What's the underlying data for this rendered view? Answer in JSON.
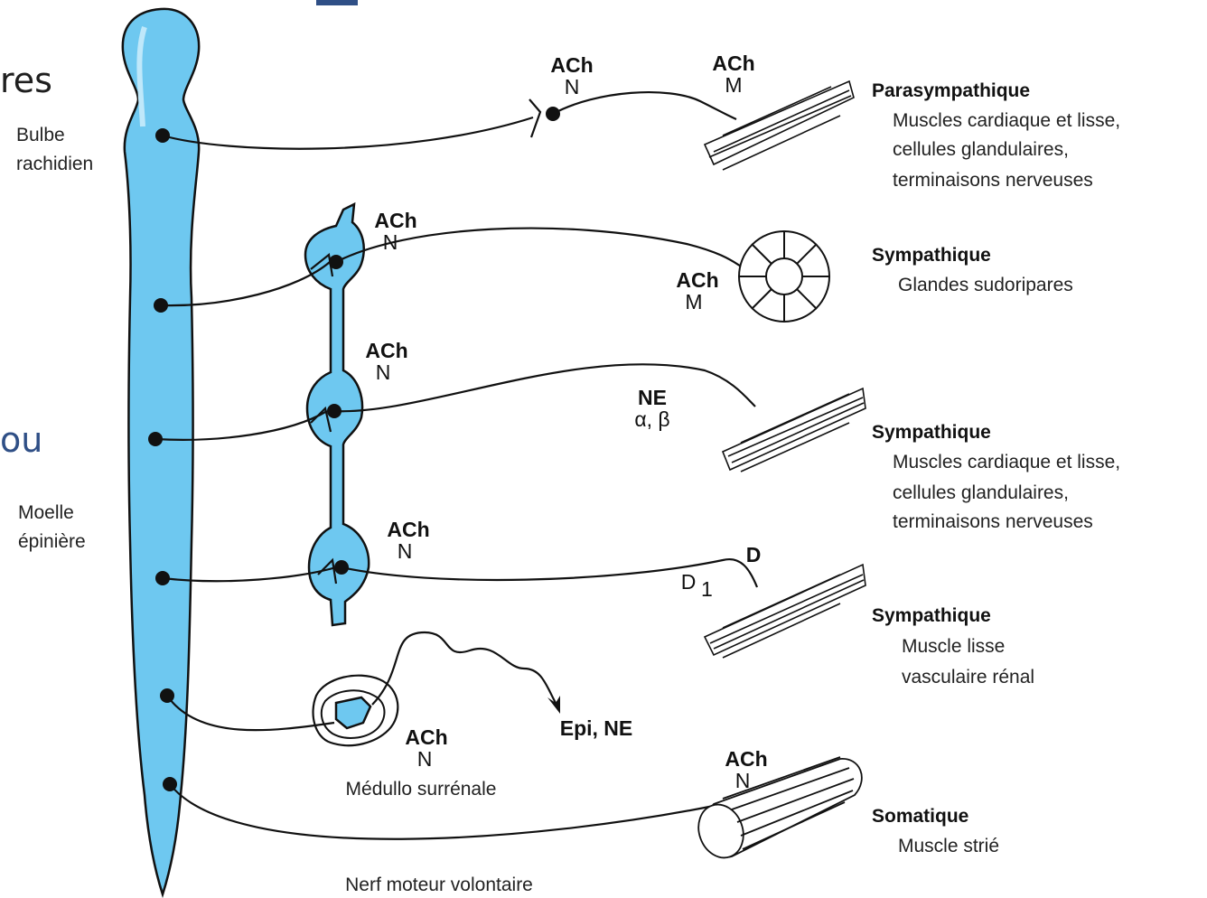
{
  "slide_fragments": {
    "top_right_of_left_column": "res",
    "middle_left_blue": "ou"
  },
  "cord_labels": {
    "bulbe": [
      "Bulbe",
      "rachidien"
    ],
    "moelle": [
      "Moelle",
      "épinière"
    ]
  },
  "neurotransmitters": {
    "para_ganglion": [
      "ACh",
      "N"
    ],
    "para_target": [
      "ACh",
      "M"
    ],
    "sympa1_ganglion": [
      "ACh",
      "N"
    ],
    "sympa1_target": [
      "ACh",
      "M"
    ],
    "sympa2_ganglion": [
      "ACh",
      "N"
    ],
    "sympa2_target": [
      "NE",
      "α, β"
    ],
    "sympa3_ganglion": [
      "ACh",
      "N"
    ],
    "sympa3_target_top": "D",
    "sympa3_target_bottom": "D",
    "sympa3_target_bottom_sub": "1",
    "adrenal": [
      "ACh",
      "N"
    ],
    "adrenal_release": "Epi, NE",
    "somatic": [
      "ACh",
      "N"
    ]
  },
  "structure_labels": {
    "adrenal": "Médullo surrénale",
    "motor_nerve": "Nerf moteur volontaire"
  },
  "targets": [
    {
      "title": "Parasympathique",
      "lines": [
        "Muscles cardiaque et lisse,",
        "cellules glandulaires,",
        "terminaisons nerveuses"
      ]
    },
    {
      "title": "Sympathique",
      "lines": [
        "Glandes sudoripares"
      ]
    },
    {
      "title": "Sympathique",
      "lines": [
        "Muscles cardiaque et lisse,",
        "cellules glandulaires,",
        "terminaisons nerveuses"
      ]
    },
    {
      "title": "Sympathique",
      "lines": [
        "Muscle lisse",
        "vasculaire rénal"
      ]
    },
    {
      "title": "Somatique",
      "lines": [
        "Muscle strié"
      ]
    }
  ],
  "colors": {
    "nerve_tissue": "#6ec8f0",
    "slide_blue": "#2f4f86",
    "ink": "#111111"
  }
}
